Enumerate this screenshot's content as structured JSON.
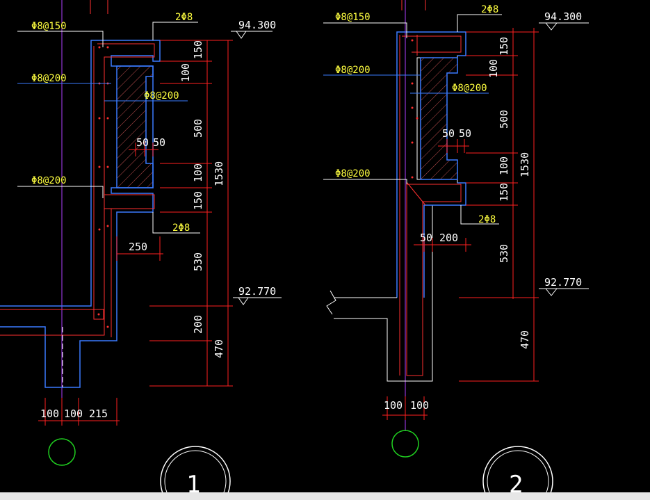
{
  "colors": {
    "background": "#000000",
    "dimension_line": "#ff2020",
    "dimension_text": "#ffffff",
    "rebar_text": "#ffff40",
    "concrete_outline": "#3a7bff",
    "rebar_line": "#ff3030",
    "axis_line": "#b040ff",
    "leader_line": "#ffffff",
    "grid_bubble": "#20d020"
  },
  "detail_1": {
    "rebar_labels": [
      "Φ8@150",
      "2Φ8",
      "Φ8@200",
      "Φ8@200",
      "Φ8@200",
      "2Φ8"
    ],
    "elevations": [
      "94.300",
      "92.770"
    ],
    "vertical_dims": [
      "150",
      "100",
      "500",
      "100",
      "150",
      "530",
      "200",
      "470",
      "1530"
    ],
    "horizontal_dims": [
      "50",
      "50",
      "250",
      "100",
      "100",
      "215"
    ],
    "detail_number": "1"
  },
  "detail_2": {
    "rebar_labels": [
      "Φ8@150",
      "2Φ8",
      "Φ8@200",
      "Φ8@200",
      "Φ8@200",
      "2Φ8"
    ],
    "elevations": [
      "94.300",
      "92.770"
    ],
    "vertical_dims": [
      "150",
      "100",
      "500",
      "100",
      "150",
      "530",
      "470",
      "1530"
    ],
    "horizontal_dims": [
      "50",
      "50",
      "50",
      "200",
      "100",
      "100"
    ],
    "detail_number": "2"
  }
}
